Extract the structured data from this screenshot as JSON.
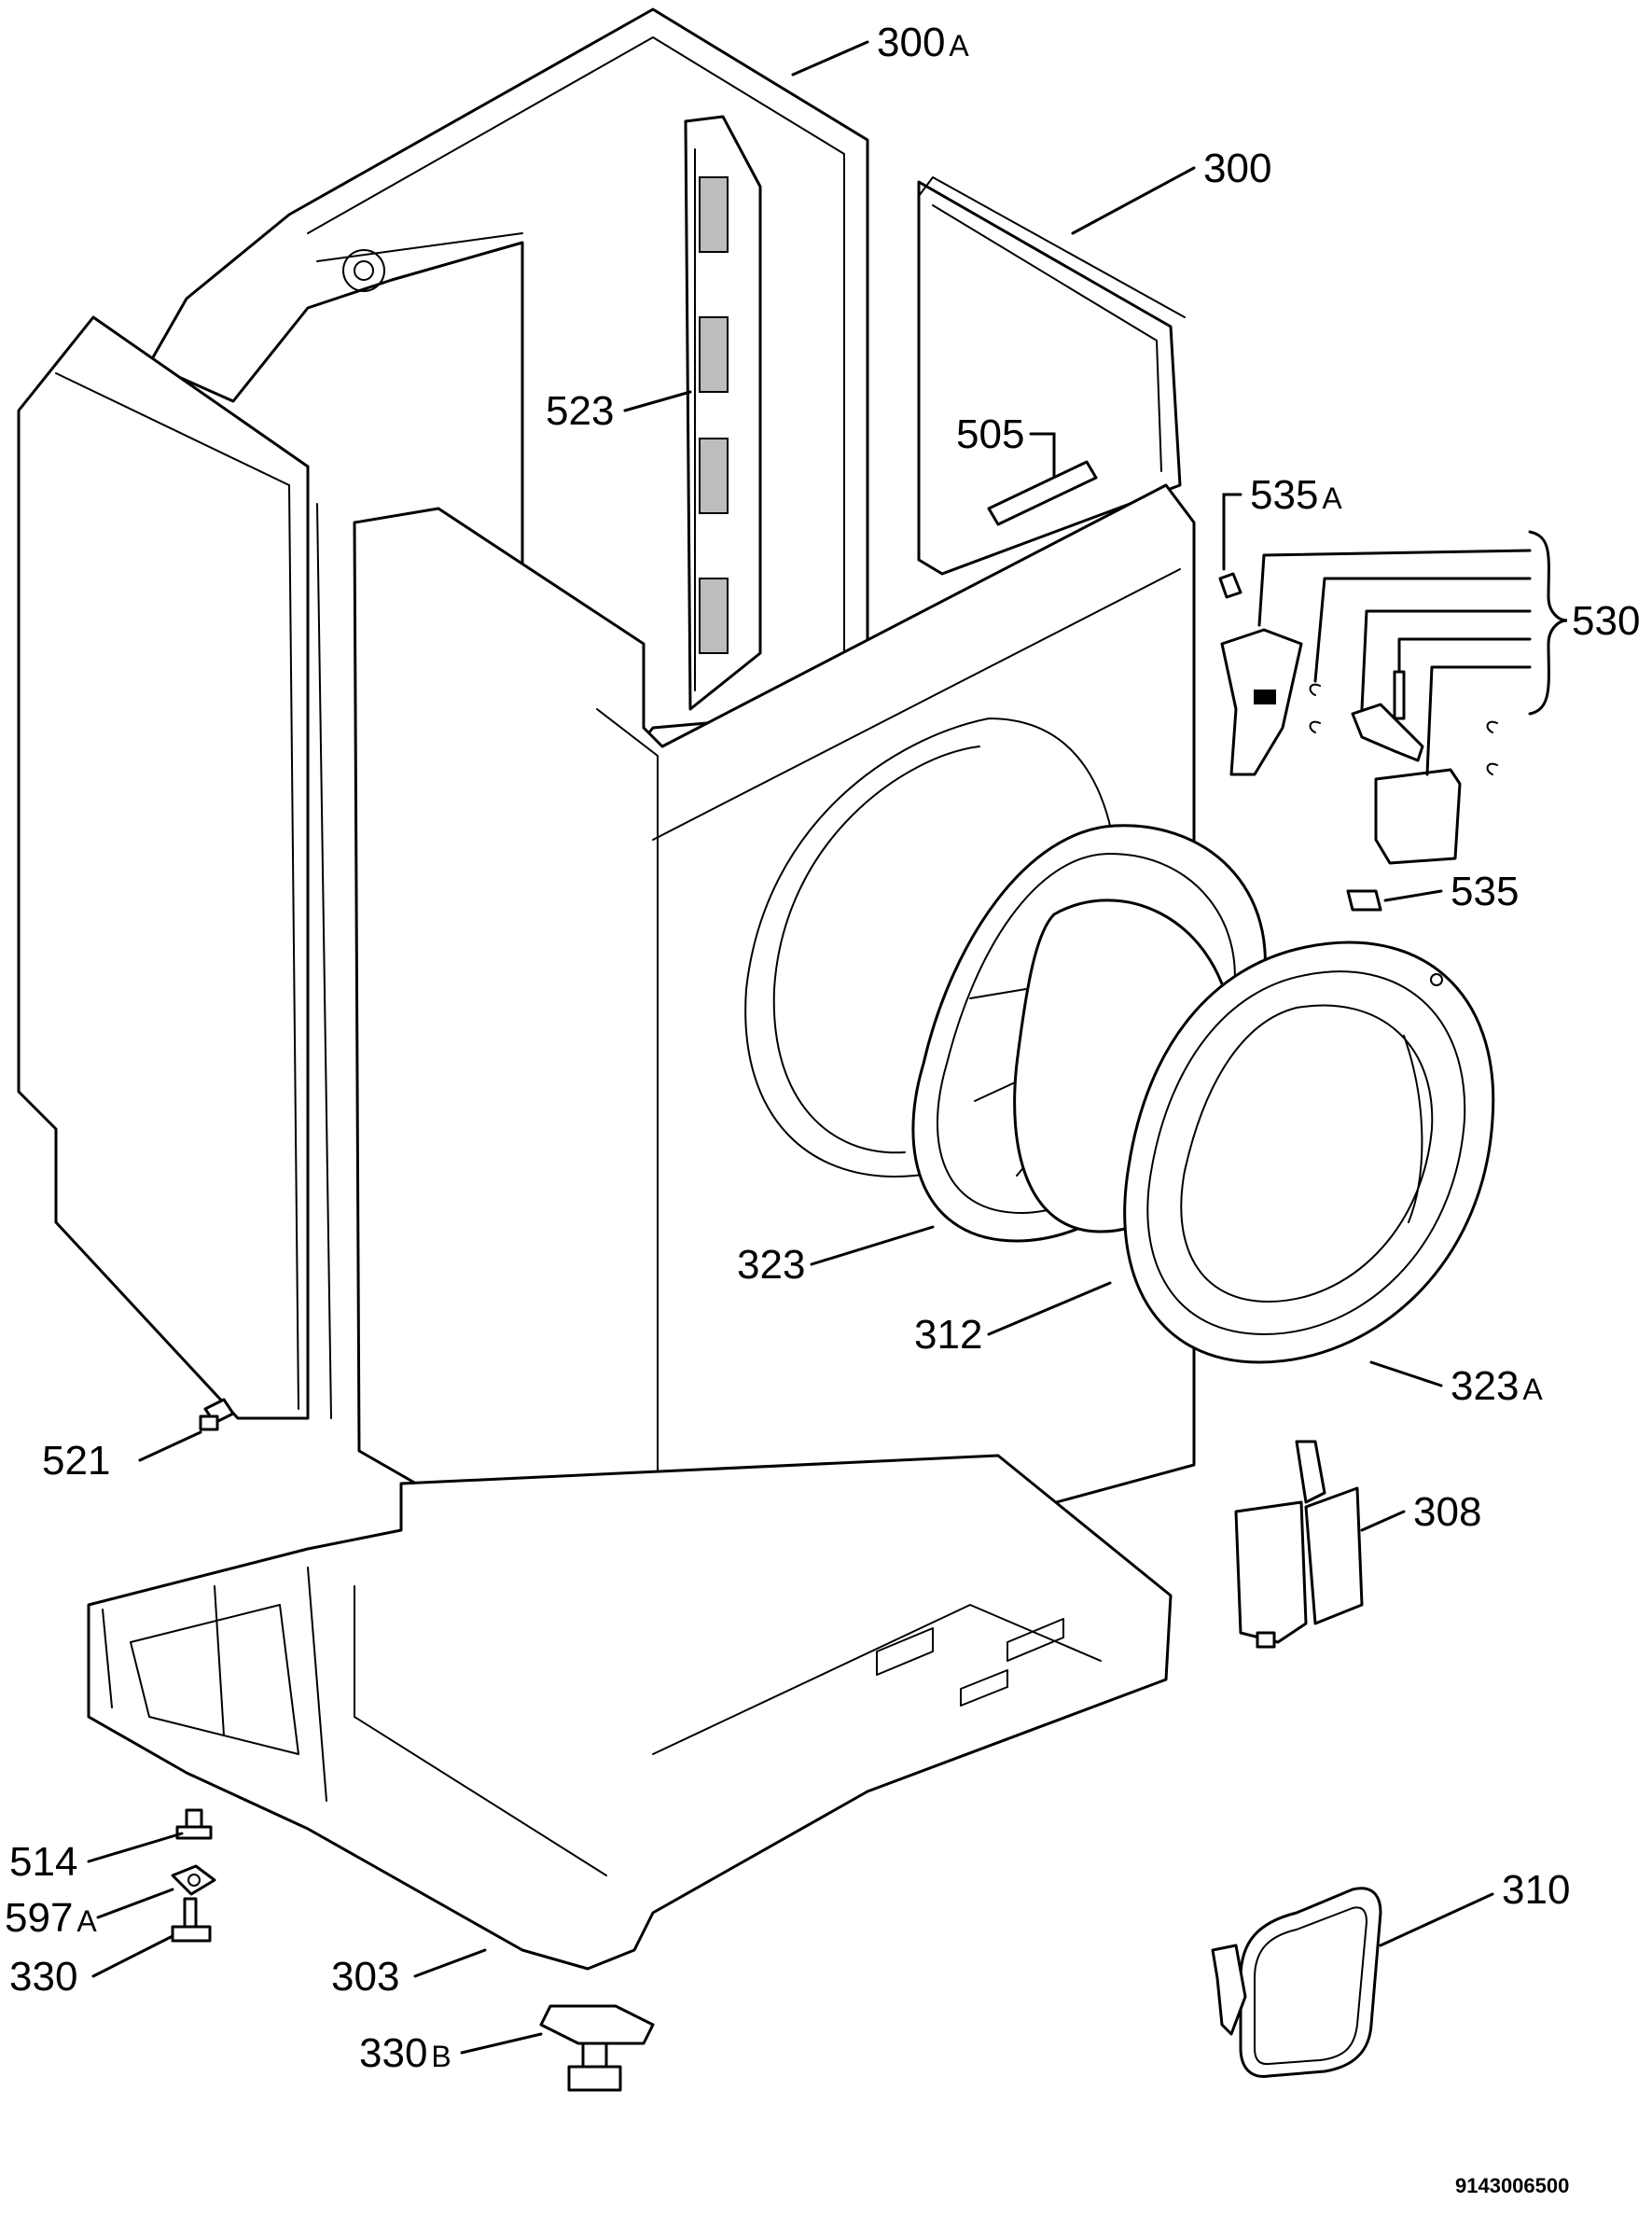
{
  "labels": {
    "p300a": "300",
    "p300a_suffix": "A",
    "p300": "300",
    "p523": "523",
    "p505": "505",
    "p535a": "535",
    "p535a_suffix": "A",
    "p530": "530",
    "p535": "535",
    "p323": "323",
    "p312": "312",
    "p323a": "323",
    "p323a_suffix": "A",
    "p521": "521",
    "p308": "308",
    "p514": "514",
    "p597a": "597",
    "p597a_suffix": "A",
    "p330": "330",
    "p303": "303",
    "p330b": "330",
    "p330b_suffix": "B",
    "p310": "310"
  },
  "document_number": "9143006500"
}
